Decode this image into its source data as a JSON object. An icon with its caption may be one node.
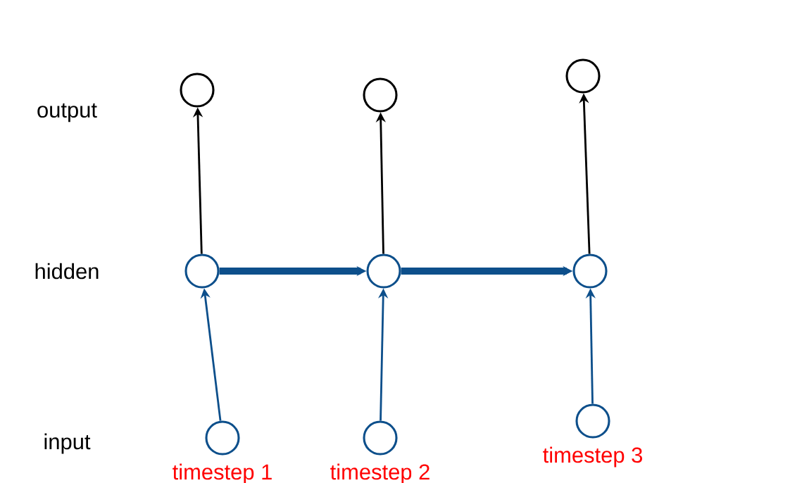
{
  "diagram": {
    "nodes": [
      {
        "text": [],
        "shape": "circle"
      },
      {
        "text": [],
        "shape": "circle"
      },
      {
        "text": [],
        "shape": "circle"
      },
      {
        "text": [],
        "shape": "circle"
      },
      {
        "text": [],
        "shape": "circle"
      },
      {
        "text": [],
        "shape": "circle"
      },
      {
        "text": [],
        "shape": "circle",
        "beside": [
          "timestep 1"
        ]
      },
      {
        "text": [],
        "shape": "circle",
        "beside": [
          "timestep 2"
        ]
      },
      {
        "text": [],
        "shape": "circle",
        "beside": [
          "timestep 3"
        ]
      }
    ],
    "edges": [
      {
        "from": 3,
        "to": 0,
        "arrow": "to",
        "color": "#000000"
      },
      {
        "from": 4,
        "to": 1,
        "arrow": "to",
        "color": "#000000"
      },
      {
        "from": 5,
        "to": 2,
        "arrow": "to",
        "color": "#000000"
      },
      {
        "from": 3,
        "to": 4,
        "arrow": "to",
        "style": "thick"
      },
      {
        "from": 4,
        "to": 5,
        "arrow": "to",
        "style": "thick"
      },
      {
        "from": 6,
        "to": 3,
        "arrow": "to"
      },
      {
        "from": 7,
        "to": 4,
        "arrow": "to"
      },
      {
        "from": 8,
        "to": 5,
        "arrow": "to"
      }
    ],
    "labels": [
      "output",
      "hidden",
      "input"
    ]
  }
}
